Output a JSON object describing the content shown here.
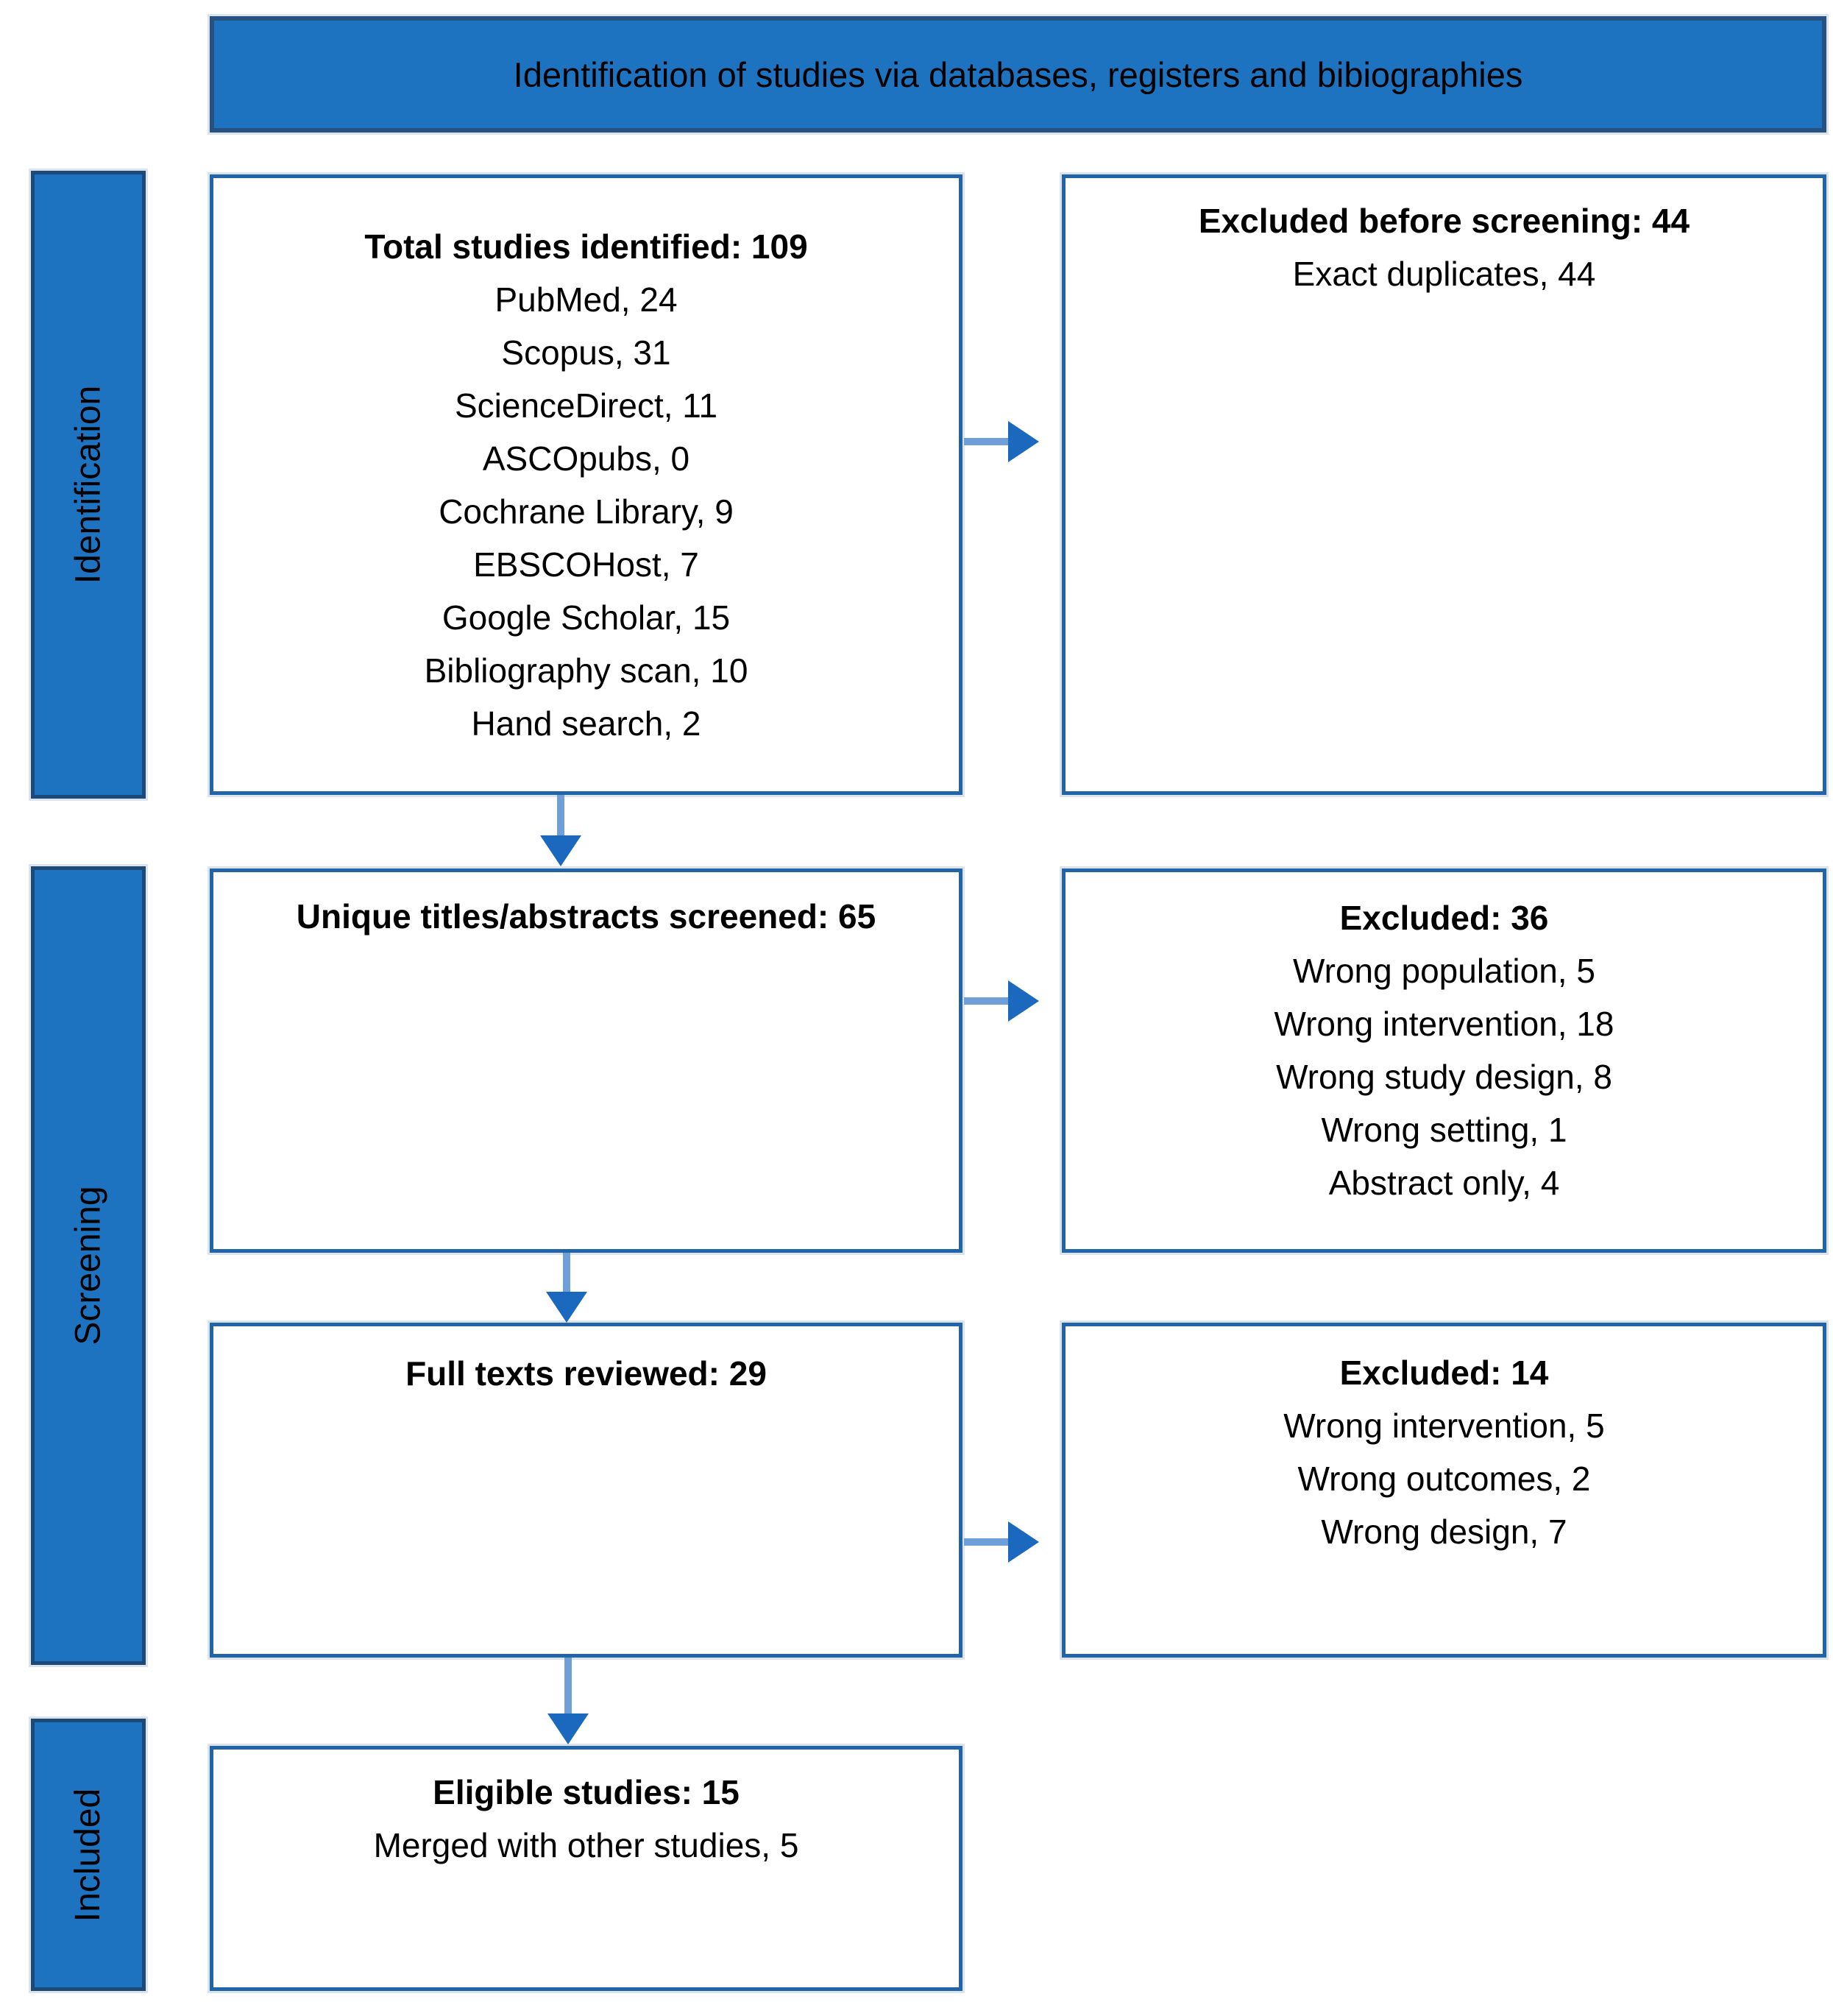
{
  "banner": {
    "title": "Identification of studies via databases, registers and bibiographies"
  },
  "stages": {
    "identification": "Identification",
    "screening": "Screening",
    "included": "Included"
  },
  "boxes": {
    "identified": {
      "title": "Total studies identified: 109",
      "lines": [
        "PubMed, 24",
        "Scopus, 31",
        "ScienceDirect, 11",
        "ASCOpubs, 0",
        "Cochrane Library, 9",
        "EBSCOHost, 7",
        "Google Scholar, 15",
        "Bibliography scan, 10",
        "Hand search, 2"
      ]
    },
    "excludedBeforeScreening": {
      "title": "Excluded before screening: 44",
      "lines": [
        "Exact duplicates, 44"
      ]
    },
    "uniqueScreened": {
      "title": "Unique titles/abstracts screened: 65"
    },
    "excludedScreening": {
      "title": "Excluded: 36",
      "lines": [
        "Wrong population, 5",
        "Wrong intervention, 18",
        "Wrong study design, 8",
        "Wrong setting, 1",
        "Abstract only, 4"
      ]
    },
    "fullTexts": {
      "title": "Full texts reviewed: 29"
    },
    "excludedFullTexts": {
      "title": "Excluded: 14",
      "lines": [
        "Wrong intervention, 5",
        "Wrong outcomes, 2",
        "Wrong design, 7"
      ]
    },
    "eligible": {
      "title": "Eligible studies: 15",
      "lines": [
        "Merged with other studies, 5"
      ]
    }
  },
  "colors": {
    "fill_blue": "#1e73c0",
    "banner_border": "#27517e",
    "box_border": "#2264a8",
    "arrow_stem": "#6f9fd8",
    "arrow_head": "#1b69be"
  }
}
